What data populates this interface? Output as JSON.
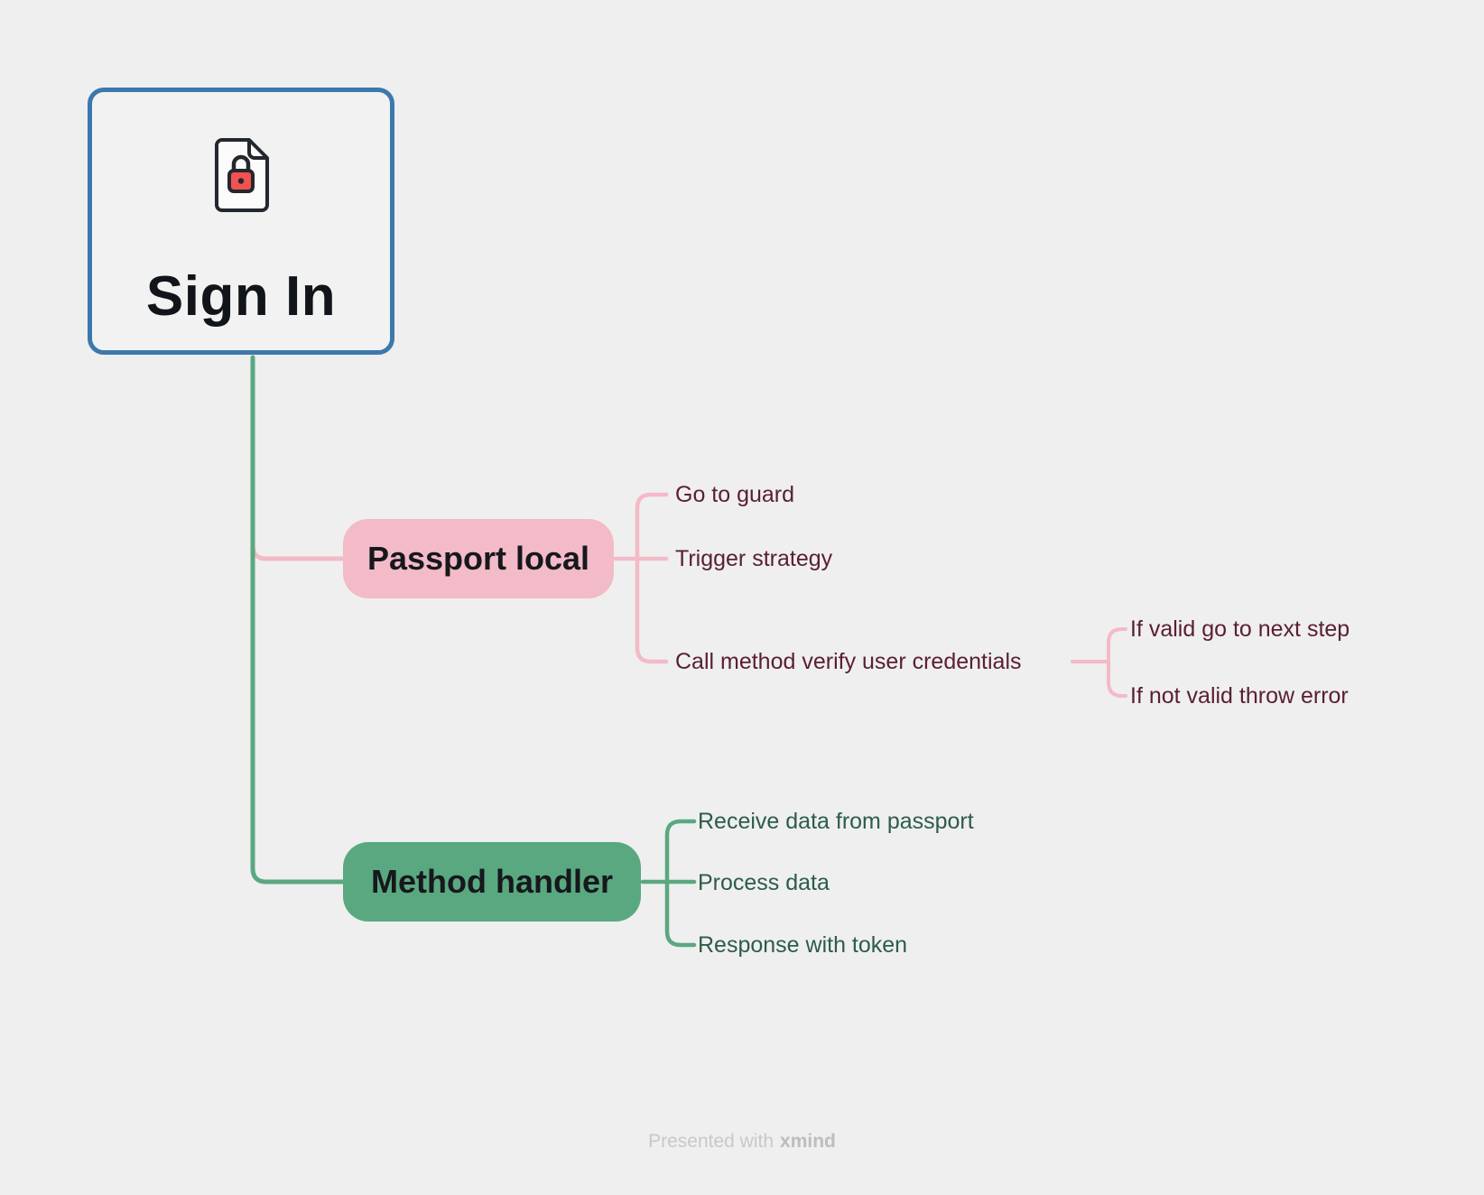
{
  "root": {
    "label": "Sign In",
    "icon": "document-lock-icon",
    "border_color": "#3c78ad",
    "fill": "#f2f2f2"
  },
  "branches": [
    {
      "label": "Passport local",
      "color": "#f3bac7",
      "text_color": "#5a2031",
      "children": [
        {
          "label": "Go to guard"
        },
        {
          "label": "Trigger strategy"
        },
        {
          "label": "Call method verify user credentials",
          "children": [
            {
              "label": "If valid go to next step"
            },
            {
              "label": "If not valid throw error"
            }
          ]
        }
      ]
    },
    {
      "label": "Method handler",
      "color": "#5aa880",
      "text_color": "#2d5c49",
      "children": [
        {
          "label": "Receive data from passport"
        },
        {
          "label": "Process data"
        },
        {
          "label": "Response with token"
        }
      ]
    }
  ],
  "icon_colors": {
    "outline": "#23272e",
    "paper": "#fbfbfb",
    "lock_body": "#f15150"
  },
  "footer": {
    "prefix": "Presented with",
    "brand": "xmind"
  }
}
